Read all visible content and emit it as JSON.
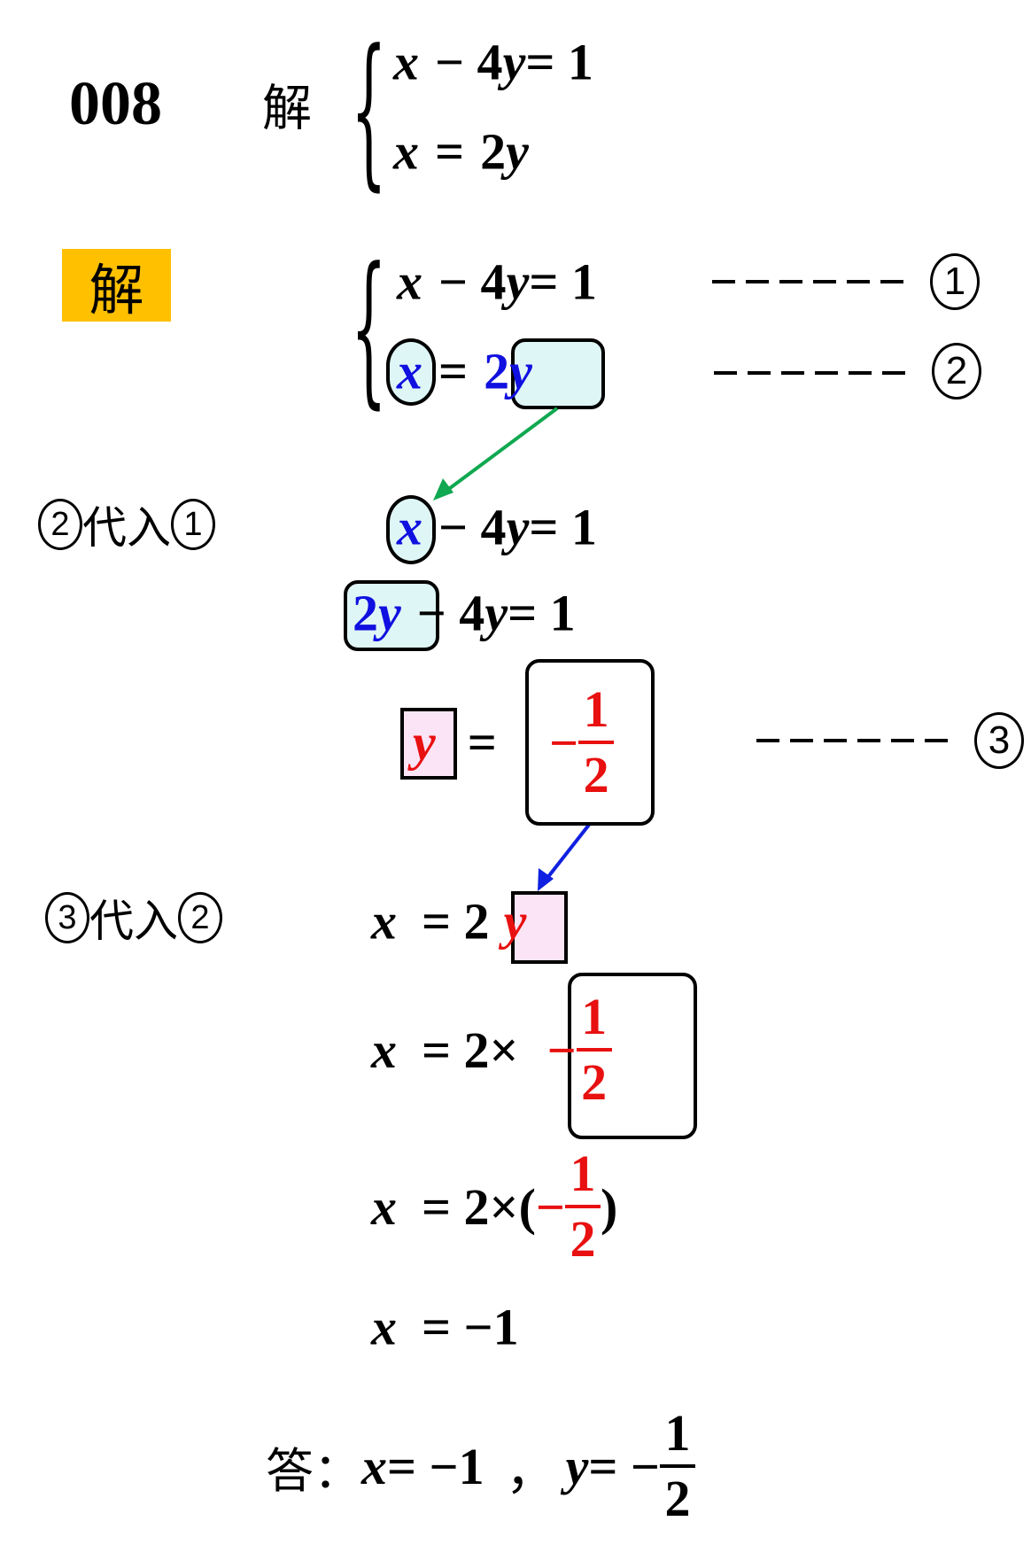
{
  "problem": {
    "number": "008",
    "prompt": "解",
    "eq1": {
      "x": "x",
      "minus4": "− 4",
      "y": "y",
      "rhs": "= 1"
    },
    "eq2": {
      "x": "x",
      "eq": "=",
      "two": "2",
      "y": "y"
    }
  },
  "solution": {
    "badge": "解",
    "badge_color": "#FFC000",
    "system": {
      "eq1": {
        "x": "x",
        "minus4": "− 4",
        "y": "y",
        "rhs": "= 1",
        "marker": "1"
      },
      "eq2": {
        "x": "x",
        "eq": "=",
        "two": "2",
        "y": "y",
        "marker": "2"
      }
    },
    "step1": {
      "label_a": "2",
      "label_text": "代入",
      "label_b": "1",
      "line1": {
        "x": "x",
        "minus4": "− 4",
        "y": "y",
        "rhs": "= 1"
      },
      "line2": {
        "two": "2",
        "y2": "y",
        "minus4": "− 4",
        "y": "y",
        "rhs": "= 1"
      },
      "line3": {
        "y": "y",
        "eq": "=",
        "minus": "−",
        "num": "1",
        "den": "2",
        "marker": "3"
      }
    },
    "step2": {
      "label_a": "3",
      "label_text": "代入",
      "label_b": "2",
      "line1": {
        "x": "x",
        "eq": "= 2",
        "y": "y"
      },
      "line2": {
        "x": "x",
        "eq": "= 2×",
        "minus": "−",
        "num": "1",
        "den": "2"
      },
      "line3": {
        "x": "x",
        "eq": "= 2×(",
        "minus": "−",
        "num": "1",
        "den": "2",
        "close": ")"
      },
      "line4": {
        "x": "x",
        "eq": "= −1"
      }
    },
    "answer": {
      "label": "答：",
      "x": "x",
      "xval": "= −1",
      "sep": "，",
      "y": "y",
      "yeq": "= −",
      "num": "1",
      "den": "2"
    }
  },
  "colors": {
    "blue": "#1010e0",
    "red": "#e81010",
    "green_arrow": "#10a850",
    "blue_arrow": "#1020e0"
  }
}
